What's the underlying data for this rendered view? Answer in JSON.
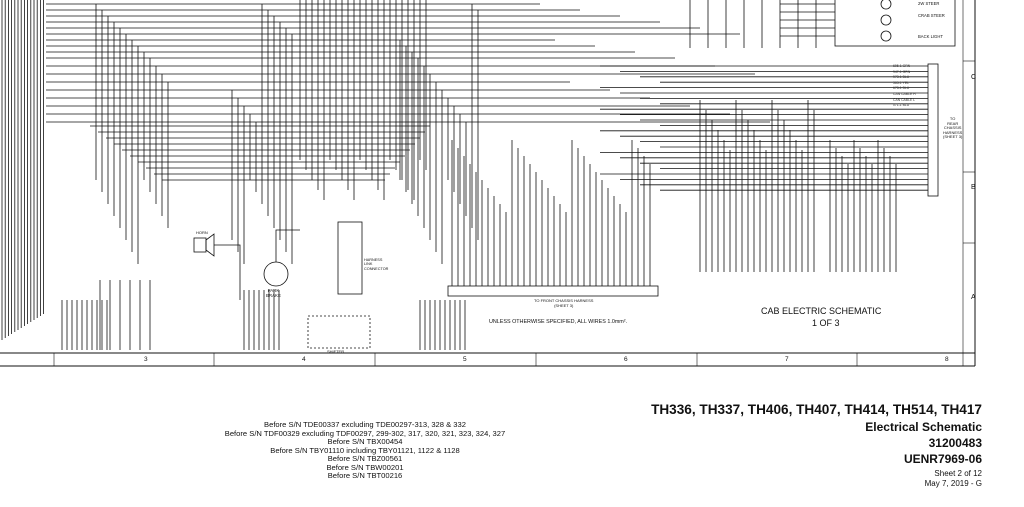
{
  "diagram": {
    "top_right_labels": {
      "steer_2w": "2W STEER",
      "crab_steer": "CRAB STEER",
      "back_light": "BACK LIGHT"
    },
    "to_rear_chassis": [
      "TO",
      "REAR",
      "CHASSIS",
      "HARNESS",
      "(SHEET 3)"
    ],
    "component_labels": {
      "horn": "HORN",
      "park_brake": "PARK\nBRAKE",
      "shifter": "SHIFTER",
      "harness_conn": "HARNESS\nLINK\nCONNECTOR"
    },
    "to_front_chassis": "TO FRONT CHASSIS HARNESS\n(SHEET 3)",
    "units_note": "UNLESS OTHERWISE SPECIFIED, ALL WIRES 1.0mm².",
    "schematic_title": "CAB ELECTRIC SCHEMATIC",
    "schematic_page": "1 OF 3",
    "row_markers": [
      "C",
      "B",
      "A"
    ],
    "column_markers": [
      "3",
      "4",
      "5",
      "6",
      "7",
      "8"
    ],
    "wire_sample_labels": [
      "695-1 GRN",
      "947-1 GRN",
      "973-1 BLU",
      "565-1 YEL",
      "678-1 BLU",
      "CAN CABLE H",
      "CAN CABLE L",
      "071-1 BLU"
    ]
  },
  "serial_notes": [
    "Before S/N TDE00337 excluding TDE00297-313, 328 & 332",
    "Before S/N TDF00329 excluding TDF00297, 299-302, 317, 320, 321, 323, 324, 327",
    "Before S/N TBX00454",
    "Before S/N TBY01110 including TBY01121, 1122 & 1128",
    "Before S/N TBZ00561",
    "Before S/N TBW00201",
    "Before S/N TBT00216"
  ],
  "title_block": {
    "models": "TH336, TH337, TH406, TH407, TH414, TH514, TH417",
    "doc_title": "Electrical Schematic",
    "part_number": "31200483",
    "manual_number": "UENR7969-06",
    "sheet": "Sheet 2 of 12",
    "date_rev": "May 7, 2019 - G"
  }
}
